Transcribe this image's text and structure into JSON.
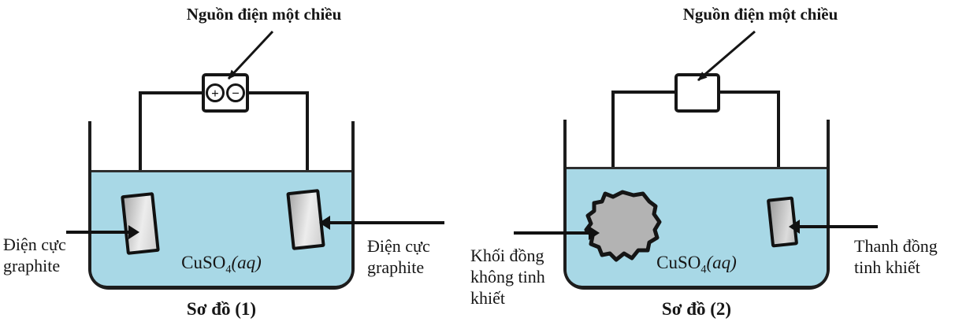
{
  "colors": {
    "liquid": "#a8d8e6",
    "line": "#161616",
    "copper": "#b3b3b3"
  },
  "diagram1": {
    "power_label": "Nguồn điện một chiều",
    "plus": "+",
    "minus": "−",
    "left_electrode_label": "Điện cực graphite",
    "right_electrode_label": "Điện cực graphite",
    "solution": {
      "main": "CuSO",
      "sub": "4",
      "state": "(aq)"
    },
    "caption": "Sơ đồ (1)"
  },
  "diagram2": {
    "power_label": "Nguồn điện một chiều",
    "left_electrode_label": "Khối đồng không tinh khiết",
    "right_electrode_label": "Thanh đồng tinh khiết",
    "solution": {
      "main": "CuSO",
      "sub": "4",
      "state": "(aq)"
    },
    "caption": "Sơ đồ (2)"
  }
}
